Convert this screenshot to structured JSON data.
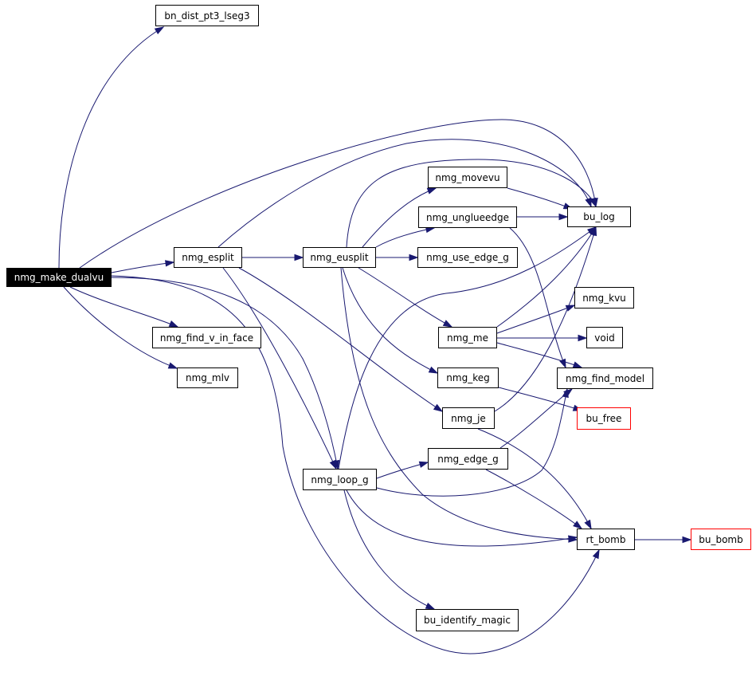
{
  "diagram": {
    "edge_color": "#191970",
    "nodes": [
      {
        "id": "nmg_make_dualvu",
        "label": "nmg_make_dualvu",
        "style": "root"
      },
      {
        "id": "bn_dist_pt3_lseg3",
        "label": "bn_dist_pt3_lseg3",
        "style": "normal"
      },
      {
        "id": "bu_log",
        "label": "bu_log",
        "style": "normal"
      },
      {
        "id": "nmg_esplit",
        "label": "nmg_esplit",
        "style": "normal"
      },
      {
        "id": "nmg_find_v_in_face",
        "label": "nmg_find_v_in_face",
        "style": "normal"
      },
      {
        "id": "nmg_mlv",
        "label": "nmg_mlv",
        "style": "normal"
      },
      {
        "id": "nmg_eusplit",
        "label": "nmg_eusplit",
        "style": "normal"
      },
      {
        "id": "nmg_movevu",
        "label": "nmg_movevu",
        "style": "normal"
      },
      {
        "id": "nmg_unglueedge",
        "label": "nmg_unglueedge",
        "style": "normal"
      },
      {
        "id": "nmg_use_edge_g",
        "label": "nmg_use_edge_g",
        "style": "normal"
      },
      {
        "id": "nmg_me",
        "label": "nmg_me",
        "style": "normal"
      },
      {
        "id": "nmg_kvu",
        "label": "nmg_kvu",
        "style": "normal"
      },
      {
        "id": "void",
        "label": "void",
        "style": "normal"
      },
      {
        "id": "nmg_keg",
        "label": "nmg_keg",
        "style": "normal"
      },
      {
        "id": "nmg_find_model",
        "label": "nmg_find_model",
        "style": "normal"
      },
      {
        "id": "nmg_je",
        "label": "nmg_je",
        "style": "normal"
      },
      {
        "id": "bu_free",
        "label": "bu_free",
        "style": "red"
      },
      {
        "id": "nmg_edge_g",
        "label": "nmg_edge_g",
        "style": "normal"
      },
      {
        "id": "nmg_loop_g",
        "label": "nmg_loop_g",
        "style": "normal"
      },
      {
        "id": "rt_bomb",
        "label": "rt_bomb",
        "style": "normal"
      },
      {
        "id": "bu_bomb",
        "label": "bu_bomb",
        "style": "red"
      },
      {
        "id": "bu_identify_magic",
        "label": "bu_identify_magic",
        "style": "normal"
      }
    ],
    "edges": [
      [
        "nmg_make_dualvu",
        "bn_dist_pt3_lseg3"
      ],
      [
        "nmg_make_dualvu",
        "bu_log"
      ],
      [
        "nmg_make_dualvu",
        "nmg_esplit"
      ],
      [
        "nmg_make_dualvu",
        "nmg_find_v_in_face"
      ],
      [
        "nmg_make_dualvu",
        "nmg_mlv"
      ],
      [
        "nmg_make_dualvu",
        "nmg_loop_g"
      ],
      [
        "nmg_make_dualvu",
        "rt_bomb"
      ],
      [
        "nmg_esplit",
        "nmg_eusplit"
      ],
      [
        "nmg_esplit",
        "bu_log"
      ],
      [
        "nmg_esplit",
        "nmg_je"
      ],
      [
        "nmg_esplit",
        "nmg_loop_g"
      ],
      [
        "nmg_eusplit",
        "nmg_movevu"
      ],
      [
        "nmg_eusplit",
        "nmg_unglueedge"
      ],
      [
        "nmg_eusplit",
        "nmg_use_edge_g"
      ],
      [
        "nmg_eusplit",
        "nmg_me"
      ],
      [
        "nmg_eusplit",
        "nmg_keg"
      ],
      [
        "nmg_eusplit",
        "bu_log"
      ],
      [
        "nmg_eusplit",
        "rt_bomb"
      ],
      [
        "nmg_movevu",
        "bu_log"
      ],
      [
        "nmg_unglueedge",
        "bu_log"
      ],
      [
        "nmg_unglueedge",
        "nmg_find_model"
      ],
      [
        "nmg_me",
        "nmg_kvu"
      ],
      [
        "nmg_me",
        "void"
      ],
      [
        "nmg_me",
        "nmg_find_model"
      ],
      [
        "nmg_me",
        "bu_log"
      ],
      [
        "nmg_keg",
        "bu_free"
      ],
      [
        "nmg_je",
        "bu_log"
      ],
      [
        "nmg_je",
        "rt_bomb"
      ],
      [
        "nmg_edge_g",
        "nmg_find_model"
      ],
      [
        "nmg_edge_g",
        "rt_bomb"
      ],
      [
        "nmg_loop_g",
        "nmg_edge_g"
      ],
      [
        "nmg_loop_g",
        "bu_log"
      ],
      [
        "nmg_loop_g",
        "nmg_find_model"
      ],
      [
        "nmg_loop_g",
        "rt_bomb"
      ],
      [
        "nmg_loop_g",
        "bu_identify_magic"
      ],
      [
        "rt_bomb",
        "bu_bomb"
      ]
    ]
  }
}
